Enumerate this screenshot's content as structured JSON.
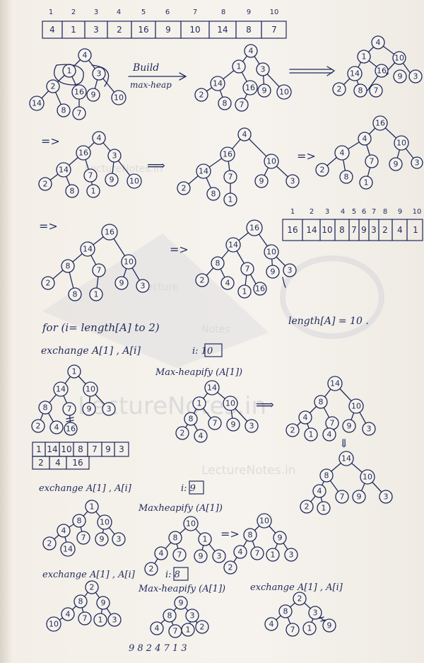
{
  "watermark": {
    "main": "LectureNotes.in",
    "small1": "LectureNotes.in",
    "small2": "LectureNotes.in",
    "small3": "Lecture",
    "small4": "Notes"
  },
  "notes": {
    "build_label_1": "Build",
    "build_label_2": "max-heap",
    "loop_text": "for (i= length[A] to 2)",
    "length_text": "length[A] = 10 .",
    "exchange1": "exchange  A[1] , A[i]",
    "exchange1_i": "i: 10",
    "maxheapify1": "Max-heapify (A[1])",
    "exchange2": "exchange  A[1] , A[i]",
    "exchange2_i": "i: 9",
    "maxheapify2": "Maxheapify (A[1])",
    "exchange3": "exchange  A[1] , A[i]",
    "exchange3_i": "i: 8",
    "maxheapify3": "Max-heapify (A[1])",
    "exchange4": "exchange A[1] , A[i]",
    "final_sequence": "9 8 2 4 7 1 3",
    "arrow": "⟹",
    "arrow_small": "=>"
  },
  "array1": {
    "indices": [
      "1",
      "2",
      "3",
      "4",
      "5",
      "6",
      "7",
      "8",
      "9",
      "10"
    ],
    "values": [
      "4",
      "1",
      "3",
      "2",
      "16",
      "9",
      "10",
      "14",
      "8",
      "7"
    ]
  },
  "array2": {
    "indices": [
      "1",
      "2",
      "3",
      "4",
      "5",
      "6",
      "7",
      "8",
      "9",
      "10"
    ],
    "values": [
      "16",
      "14",
      "10",
      "8",
      "7",
      "9",
      "3",
      "2",
      "4",
      "1"
    ]
  },
  "array3": {
    "values_top": [
      "1",
      "14",
      "10",
      "8",
      "7",
      "9",
      "3"
    ],
    "values_bottom": [
      "2",
      "4",
      "16"
    ]
  }
}
